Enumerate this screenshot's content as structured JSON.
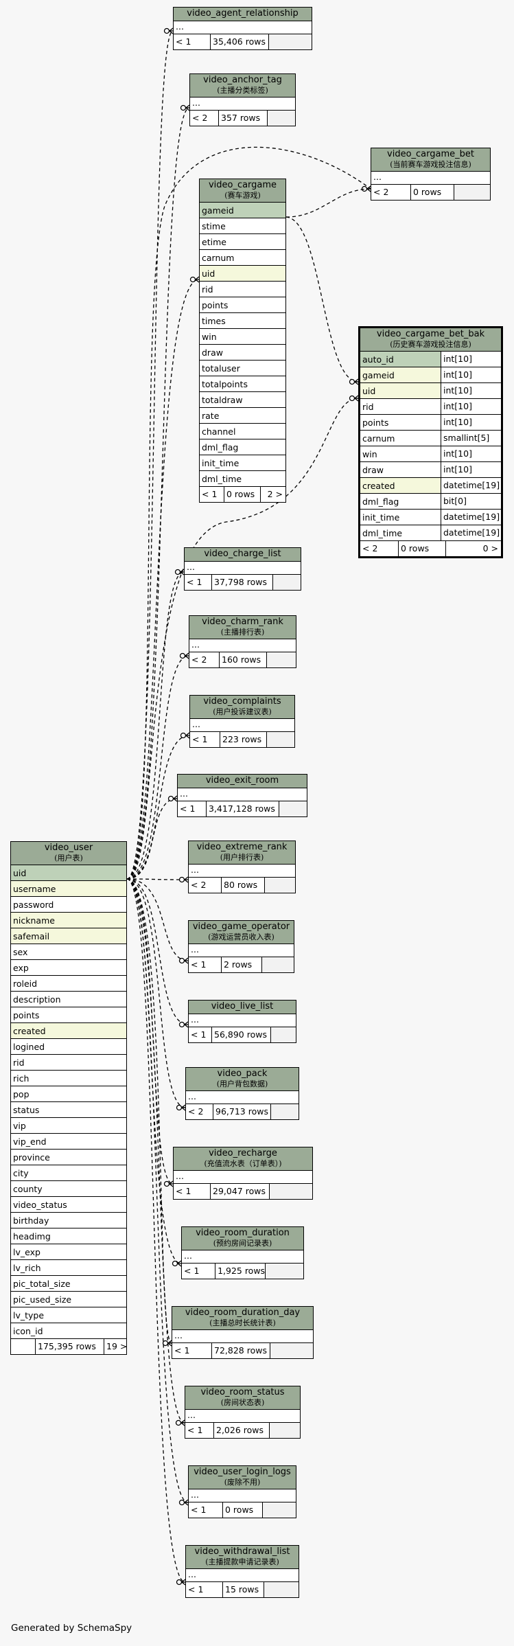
{
  "tables": {
    "video_user": {
      "name": "video_user",
      "comment": "(用户表)",
      "columns": [
        "uid",
        "username",
        "password",
        "nickname",
        "safemail",
        "sex",
        "exp",
        "roleid",
        "description",
        "points",
        "created",
        "logined",
        "rid",
        "rich",
        "pop",
        "status",
        "vip",
        "vip_end",
        "province",
        "city",
        "county",
        "video_status",
        "birthday",
        "headimg",
        "lv_exp",
        "lv_rich",
        "pic_total_size",
        "pic_used_size",
        "lv_type",
        "icon_id"
      ],
      "footer": {
        "children": "",
        "rows": "175,395 rows",
        "parents": "19 >"
      }
    },
    "video_agent_relationship": {
      "name": "video_agent_relationship",
      "comment": "",
      "ellipsis": "...",
      "footer": {
        "children": "< 1",
        "rows": "35,406 rows"
      }
    },
    "video_anchor_tag": {
      "name": "video_anchor_tag",
      "comment": "(主播分类标签)",
      "ellipsis": "...",
      "footer": {
        "children": "< 2",
        "rows": "357 rows"
      }
    },
    "video_cargame": {
      "name": "video_cargame",
      "comment": "(赛车游戏)",
      "columns": [
        "gameid",
        "stime",
        "etime",
        "carnum",
        "uid",
        "rid",
        "points",
        "times",
        "win",
        "draw",
        "totaluser",
        "totalpoints",
        "totaldraw",
        "rate",
        "channel",
        "dml_flag",
        "init_time",
        "dml_time"
      ],
      "footer": {
        "children": "< 1",
        "rows": "0 rows",
        "parents": "2 >"
      }
    },
    "video_cargame_bet": {
      "name": "video_cargame_bet",
      "comment": "(当前赛车游戏投注信息)",
      "ellipsis": "...",
      "footer": {
        "children": "< 2",
        "rows": "0 rows"
      }
    },
    "video_cargame_bet_bak": {
      "name": "video_cargame_bet_bak",
      "comment": "(历史赛车游戏投注信息)",
      "columns": [
        "auto_id",
        "gameid",
        "uid",
        "rid",
        "points",
        "carnum",
        "win",
        "draw",
        "created",
        "dml_flag",
        "init_time",
        "dml_time"
      ],
      "types": [
        "int[10]",
        "int[10]",
        "int[10]",
        "int[10]",
        "int[10]",
        "smallint[5]",
        "int[10]",
        "int[10]",
        "datetime[19]",
        "bit[0]",
        "datetime[19]",
        "datetime[19]"
      ],
      "footer": {
        "children": "< 2",
        "rows": "0 rows",
        "parents": "0 >"
      }
    },
    "video_charge_list": {
      "name": "video_charge_list",
      "comment": "",
      "ellipsis": "...",
      "footer": {
        "children": "< 1",
        "rows": "37,798 rows"
      }
    },
    "video_charm_rank": {
      "name": "video_charm_rank",
      "comment": "(主播排行表)",
      "ellipsis": "...",
      "footer": {
        "children": "< 2",
        "rows": "160 rows"
      }
    },
    "video_complaints": {
      "name": "video_complaints",
      "comment": "(用户投诉建议表)",
      "ellipsis": "...",
      "footer": {
        "children": "< 1",
        "rows": "223 rows"
      }
    },
    "video_exit_room": {
      "name": "video_exit_room",
      "comment": "",
      "ellipsis": "...",
      "footer": {
        "children": "< 1",
        "rows": "3,417,128 rows"
      }
    },
    "video_extreme_rank": {
      "name": "video_extreme_rank",
      "comment": "(用户排行表)",
      "ellipsis": "...",
      "footer": {
        "children": "< 2",
        "rows": "80 rows"
      }
    },
    "video_game_operator": {
      "name": "video_game_operator",
      "comment": "(游戏运营员收入表)",
      "ellipsis": "...",
      "footer": {
        "children": "< 1",
        "rows": "2 rows"
      }
    },
    "video_live_list": {
      "name": "video_live_list",
      "comment": "",
      "ellipsis": "...",
      "footer": {
        "children": "< 1",
        "rows": "56,890 rows"
      }
    },
    "video_pack": {
      "name": "video_pack",
      "comment": "(用户背包数据)",
      "ellipsis": "...",
      "footer": {
        "children": "< 2",
        "rows": "96,713 rows"
      }
    },
    "video_recharge": {
      "name": "video_recharge",
      "comment": "(充值流水表（订单表）)",
      "ellipsis": "...",
      "footer": {
        "children": "< 1",
        "rows": "29,047 rows"
      }
    },
    "video_room_duration": {
      "name": "video_room_duration",
      "comment": "(预约房间记录表)",
      "ellipsis": "...",
      "footer": {
        "children": "< 1",
        "rows": "1,925 rows"
      }
    },
    "video_room_duration_day": {
      "name": "video_room_duration_day",
      "comment": "(主播总时长统计表)",
      "ellipsis": "...",
      "footer": {
        "children": "< 1",
        "rows": "72,828 rows"
      }
    },
    "video_room_status": {
      "name": "video_room_status",
      "comment": "(房间状态表)",
      "ellipsis": "...",
      "footer": {
        "children": "< 1",
        "rows": "2,026 rows"
      }
    },
    "video_user_login_logs": {
      "name": "video_user_login_logs",
      "comment": "(废除不用)",
      "ellipsis": "...",
      "footer": {
        "children": "< 1",
        "rows": "0 rows"
      }
    },
    "video_withdrawal_list": {
      "name": "video_withdrawal_list",
      "comment": "(主播提款申请记录表)",
      "ellipsis": "...",
      "footer": {
        "children": "< 1",
        "rows": "15 rows"
      }
    }
  },
  "generated_by": "Generated by SchemaSpy",
  "colors": {
    "background": "#f7f7f7",
    "header": "#9bab96",
    "primary_key": "#bed1b8",
    "indexed": "#f5f8dc",
    "footer_cell": "#f2f2f2"
  }
}
